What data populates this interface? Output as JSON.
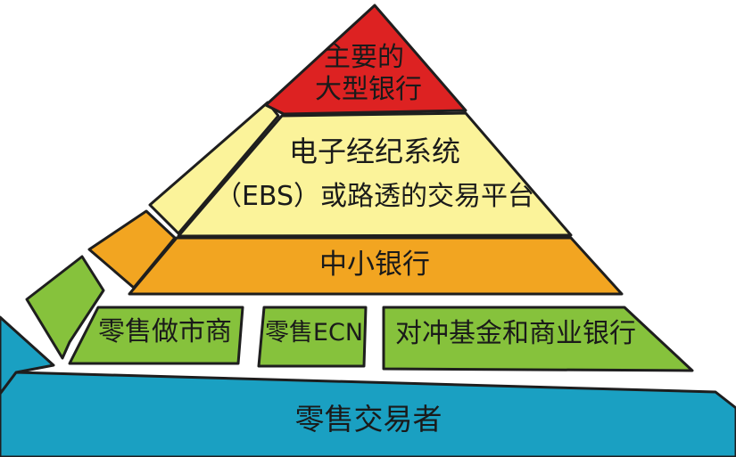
{
  "colors": {
    "red": "#dd2222",
    "yellow": "#fbf39a",
    "orange": "#f2a521",
    "green": "#86c23c",
    "blue": "#1aa0c2",
    "outline": "#1e1e1e"
  },
  "tiers": {
    "top_line1": "主要的",
    "top_line2": "大型银行",
    "ecn_line1": "电子经纪系统",
    "ecn_line2": "（EBS）或路透的交易平台",
    "mid_banks": "中小银行",
    "retail_market_makers": "零售做市商",
    "retail_ecn": "零售ECN",
    "hedge_funds": "对冲基金和商业银行",
    "retail_traders": "零售交易者"
  }
}
